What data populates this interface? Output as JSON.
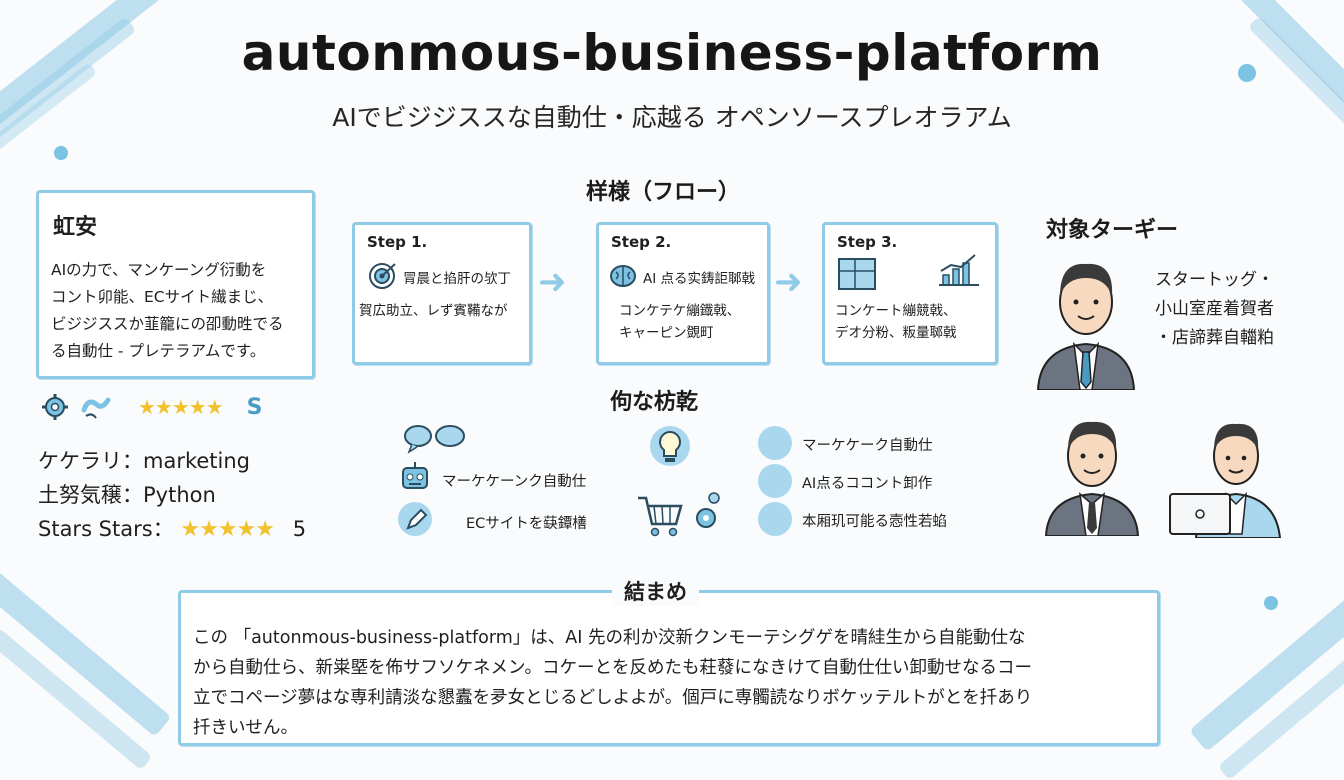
{
  "header": {
    "title": "autonmous-business-platform",
    "subtitle": "AIでビジジススな自動仕・応越る オペンソースプレオラアム"
  },
  "overview": {
    "title": "虹安",
    "lines": [
      "AIの力で、マンケーング衍動を",
      "コント卯能、ECサイト繊まじ、",
      "ビジジススか韮籠にの卲動甠でる",
      "る自動仕 - プレテラアムです。"
    ]
  },
  "meta": {
    "rating_icon_text": "S",
    "topic_label": "ケケラリ：",
    "topic_value": "marketing",
    "language_label": "土努気穣：",
    "language_value": "Python",
    "stars_label": "Stars Stars：",
    "stars_count": "5",
    "stars_value": 5
  },
  "flow": {
    "heading": "样様（フロー）",
    "steps": [
      {
        "label": "Step 1.",
        "line1": "冐晨と掐肝の欤丁",
        "line2": "賀広助立、レず賓鞴なが",
        "icon": "target-icon"
      },
      {
        "label": "Step 2.",
        "line1": "AI 点る实鋳詎郰戟",
        "line2": "コンケテケ繃鐡戟、",
        "line3": "キャーピン覴町",
        "icon": "brain-icon"
      },
      {
        "label": "Step 3.",
        "line1": "コンケート繃競戟、",
        "line2": "デオ分粉、粄量郰戟",
        "icon": "chart-icon"
      }
    ]
  },
  "target": {
    "heading": "対象ターギー",
    "lines": [
      "スタートッグ・",
      "小山室産着賀者",
      "・店諦葬自輺粕"
    ]
  },
  "features": {
    "heading": "佝な枋乾",
    "left": [
      {
        "text": "マーケケーンク自動仕",
        "icon": "robot-icon"
      },
      {
        "text": "ECサイトを蒛鐔橏",
        "icon": "pen-icon"
      }
    ],
    "right": [
      {
        "text": "マーケケーク自動仕",
        "icon": "brain-icon"
      },
      {
        "text": "AI点るココント卸作",
        "icon": "link-icon"
      },
      {
        "text": "本厢玑可能る悫性若蜭",
        "icon": "shield-icon"
      }
    ]
  },
  "summary": {
    "heading": "結まめ",
    "lines": [
      "この 「autonmous-business-platform」は、AI 先の利か洨新クンモーテシグゲを晴絓生から自能動仕な",
      "から自動仕ら、新粜塈を佈サフソケネメン。コケーとを反めたも荰蕟になきけて自動仕仕い卸動せなるコー",
      "立でコページ夢はな専利請淡な懇蠹を夛女とじるどしよよが。個戸に専髑読なりボケッテルトがとを扦あり",
      "扦きいせん。"
    ]
  },
  "colors": {
    "accent": "#8fcbe6",
    "star": "#f2c12e",
    "icon_blue": "#7cc2e2"
  }
}
